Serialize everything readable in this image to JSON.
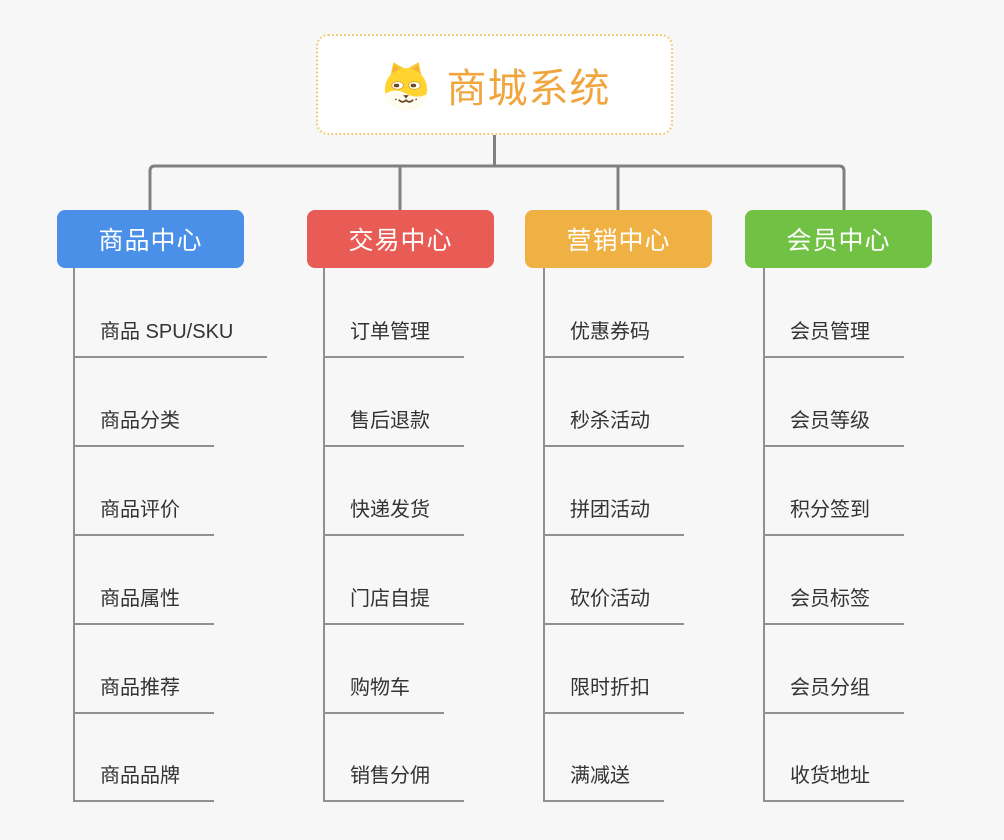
{
  "root": {
    "title": "商城系统",
    "icon": "dog-face-icon",
    "border_color": "#F3CB7C",
    "title_color": "#F0A53F"
  },
  "branches": [
    {
      "id": "product-center",
      "label": "商品中心",
      "color": "#4A90E8",
      "items": [
        "商品 SPU/SKU",
        "商品分类",
        "商品评价",
        "商品属性",
        "商品推荐",
        "商品品牌"
      ]
    },
    {
      "id": "trade-center",
      "label": "交易中心",
      "color": "#E95C55",
      "items": [
        "订单管理",
        "售后退款",
        "快递发货",
        "门店自提",
        "购物车",
        "销售分佣"
      ]
    },
    {
      "id": "marketing-center",
      "label": "营销中心",
      "color": "#EFB143",
      "items": [
        "优惠券码",
        "秒杀活动",
        "拼团活动",
        "砍价活动",
        "限时折扣",
        "满减送"
      ]
    },
    {
      "id": "member-center",
      "label": "会员中心",
      "color": "#70C144",
      "items": [
        "会员管理",
        "会员等级",
        "积分签到",
        "会员标签",
        "会员分组",
        "收货地址"
      ]
    }
  ],
  "colors": {
    "background": "#F7F7F7",
    "connector": "#808080",
    "underline": "#909090",
    "leaf_text": "#333333"
  }
}
